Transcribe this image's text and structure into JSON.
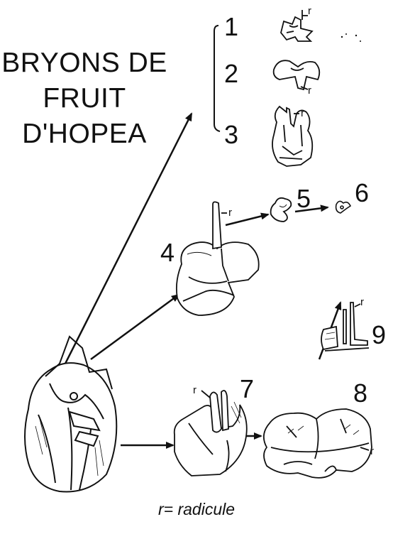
{
  "title_lines": [
    "BRYONS DE",
    "FRUIT",
    "D'HOPEA"
  ],
  "labels": [
    "1",
    "2",
    "3",
    "4",
    "5",
    "6",
    "7",
    "8",
    "9"
  ],
  "radicle_mark": "r",
  "caption": "r= radicule",
  "colors": {
    "ink": "#111111",
    "background": "#ffffff"
  }
}
